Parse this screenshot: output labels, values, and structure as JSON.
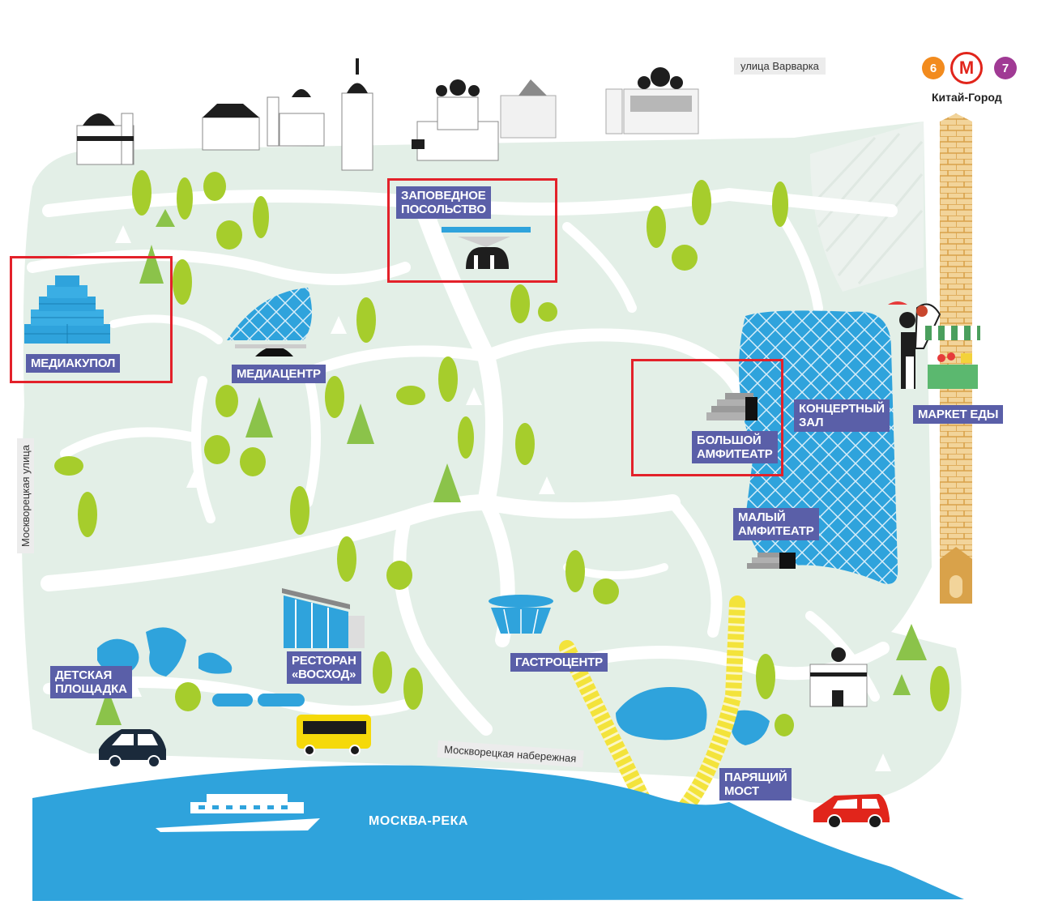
{
  "colors": {
    "park": "#e3efe7",
    "path": "#ffffff",
    "water": "#2fa3dc",
    "tree": "#a6cd2c",
    "conifer": "#8bc34a",
    "label_bg": "#5a5fa8",
    "highlight": "#e3212a",
    "wall": "#d9a24a",
    "bridge": "#f3e33b",
    "line6": "#f28b1e",
    "line7": "#a03a94",
    "metro_red": "#e1251b"
  },
  "streets": {
    "varvarka": "улица Варварка",
    "moskvoretskaya": "Москворецкая улица",
    "embankment": "Москворецкая набережная"
  },
  "river": "МОСКВА-РЕКА",
  "metro": {
    "line_left": "6",
    "line_right": "7",
    "symbol": "М",
    "station": "Китай-Город"
  },
  "places": {
    "mediakupol": "МЕДИАКУПОЛ",
    "mediacenter": "МЕДИАЦЕНТР",
    "embassy": "ЗАПОВЕДНОЕ\nПОСОЛЬСТВО",
    "big_amphitheater": "БОЛЬШОЙ\nАМФИТЕАТР",
    "concert_hall": "КОНЦЕРТНЫЙ\nЗАЛ",
    "food_market": "МАРКЕТ ЕДЫ",
    "small_amphitheater": "МАЛЫЙ\nАМФИТЕАТР",
    "playground": "ДЕТСКАЯ\nПЛОЩАДКА",
    "restaurant": "РЕСТОРАН\n«ВОСХОД»",
    "gastrocenter": "ГАСТРОЦЕНТР",
    "floating_bridge": "ПАРЯЩИЙ\nМОСТ"
  },
  "icons": [
    "church-icon",
    "tree-icon",
    "conifer-icon",
    "car-icon",
    "bus-icon",
    "boat-icon",
    "vendor-icon",
    "market-stall-icon",
    "dome-icon",
    "stairs-icon"
  ]
}
